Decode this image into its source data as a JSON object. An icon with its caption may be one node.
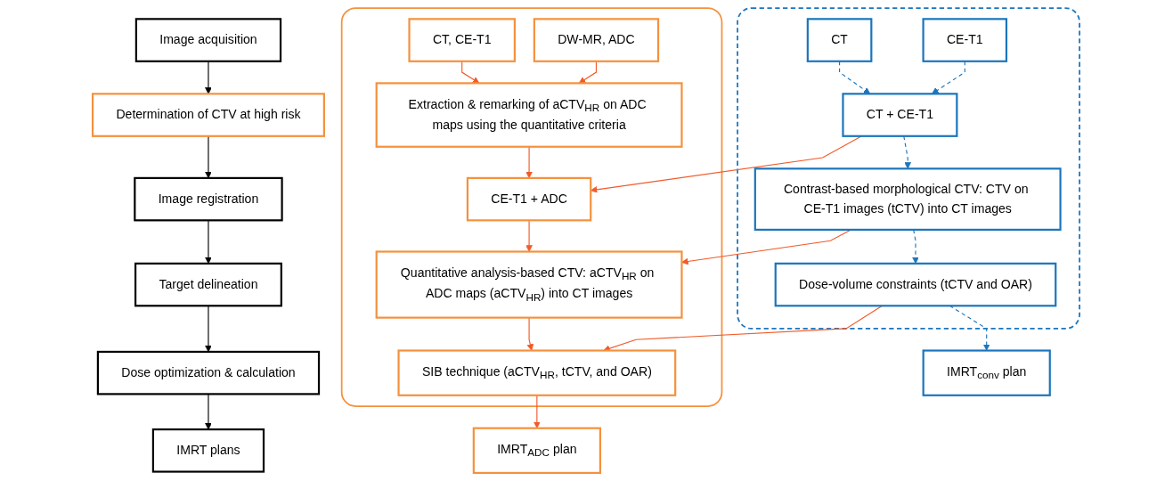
{
  "diagram": {
    "nodes": [
      {
        "text": [
          "Image acquisition"
        ]
      },
      {
        "text": [
          "Determination of CTV at high risk"
        ]
      },
      {
        "text": [
          "Image registration"
        ]
      },
      {
        "text": [
          "Target delineation"
        ]
      },
      {
        "text": [
          "Dose optimization & calculation"
        ]
      },
      {
        "text": [
          "IMRT plans"
        ]
      },
      {
        "text": [],
        "shape": "box"
      },
      {
        "text": [
          "CT"
        ],
        "in": 6
      },
      {
        "text": [
          "CE-T1"
        ],
        "in": 6
      },
      {
        "text": [
          "CT + CE-T1"
        ],
        "in": 6
      },
      {
        "text": [
          "Contrast-based morphological CTV: CTV on CE-T1 images (tCTV) into CT images"
        ],
        "in": 6
      },
      {
        "text": [
          "Dose-volume constraints (tCTV and OAR)"
        ],
        "in": 6
      },
      {
        "text": [
          "IMRT$_{conv}$ plan"
        ]
      },
      {
        "text": [],
        "shape": "box"
      },
      {
        "text": [
          "CT, CE-T1"
        ],
        "in": 13
      },
      {
        "text": [
          "DW-MR, ADC"
        ],
        "in": 13
      },
      {
        "text": [
          "Extraction & remarking of aCTV$_{HR}$ on ADC maps using the quantitative criteria"
        ],
        "in": 13
      },
      {
        "text": [
          "CE-T1 + ADC"
        ],
        "in": 13
      },
      {
        "text": [
          "Quantitative analysis-based CTV: aCTV$_{HR}$ on ADC maps (aCTV$_{HR}$) into CT images"
        ],
        "in": 13
      },
      {
        "text": [
          "SIB technique (aCTV$_{HR}$, tCTV, and OAR)"
        ],
        "in": 13
      },
      {
        "text": [
          "IMRT$_{ADC}$ plan"
        ]
      }
    ],
    "edges": [
      {
        "from": 0,
        "to": 1,
        "arrow": "to",
        "color": "#000000"
      },
      {
        "from": 1,
        "to": 2,
        "arrow": "to",
        "color": "#000000"
      },
      {
        "from": 2,
        "to": 3,
        "arrow": "to",
        "color": "#000000"
      },
      {
        "from": 3,
        "to": 4,
        "arrow": "to",
        "color": "#000000"
      },
      {
        "from": 4,
        "to": 5,
        "arrow": "to",
        "color": "#000000"
      },
      {
        "from": 7,
        "to": 9,
        "arrow": "to",
        "style": "dashed",
        "color": "#1b75bc"
      },
      {
        "from": 8,
        "to": 9,
        "arrow": "to",
        "style": "dashed",
        "color": "#1b75bc"
      },
      {
        "from": 9,
        "to": 10,
        "arrow": "to",
        "style": "dashed",
        "color": "#1b75bc"
      },
      {
        "from": 10,
        "to": 11,
        "arrow": "to",
        "style": "dashed",
        "color": "#1b75bc"
      },
      {
        "from": 11,
        "to": 12,
        "arrow": "to",
        "style": "dashed",
        "color": "#1b75bc"
      },
      {
        "from": 14,
        "to": 16,
        "arrow": "to",
        "color": "#f15a29"
      },
      {
        "from": 15,
        "to": 16,
        "arrow": "to",
        "color": "#f15a29"
      },
      {
        "from": 16,
        "to": 17,
        "arrow": "to",
        "color": "#f15a29"
      },
      {
        "from": 9,
        "to": 17,
        "arrow": "to",
        "color": "#f15a29"
      },
      {
        "from": 17,
        "to": 18,
        "arrow": "to",
        "color": "#f15a29"
      },
      {
        "from": 10,
        "to": 18,
        "arrow": "to",
        "color": "#f15a29"
      },
      {
        "from": 18,
        "to": 19,
        "arrow": "to",
        "color": "#f15a29"
      },
      {
        "from": 11,
        "to": 19,
        "arrow": "to",
        "color": "#f15a29"
      },
      {
        "from": 19,
        "to": 20,
        "arrow": "to",
        "color": "#f15a29"
      }
    ]
  }
}
